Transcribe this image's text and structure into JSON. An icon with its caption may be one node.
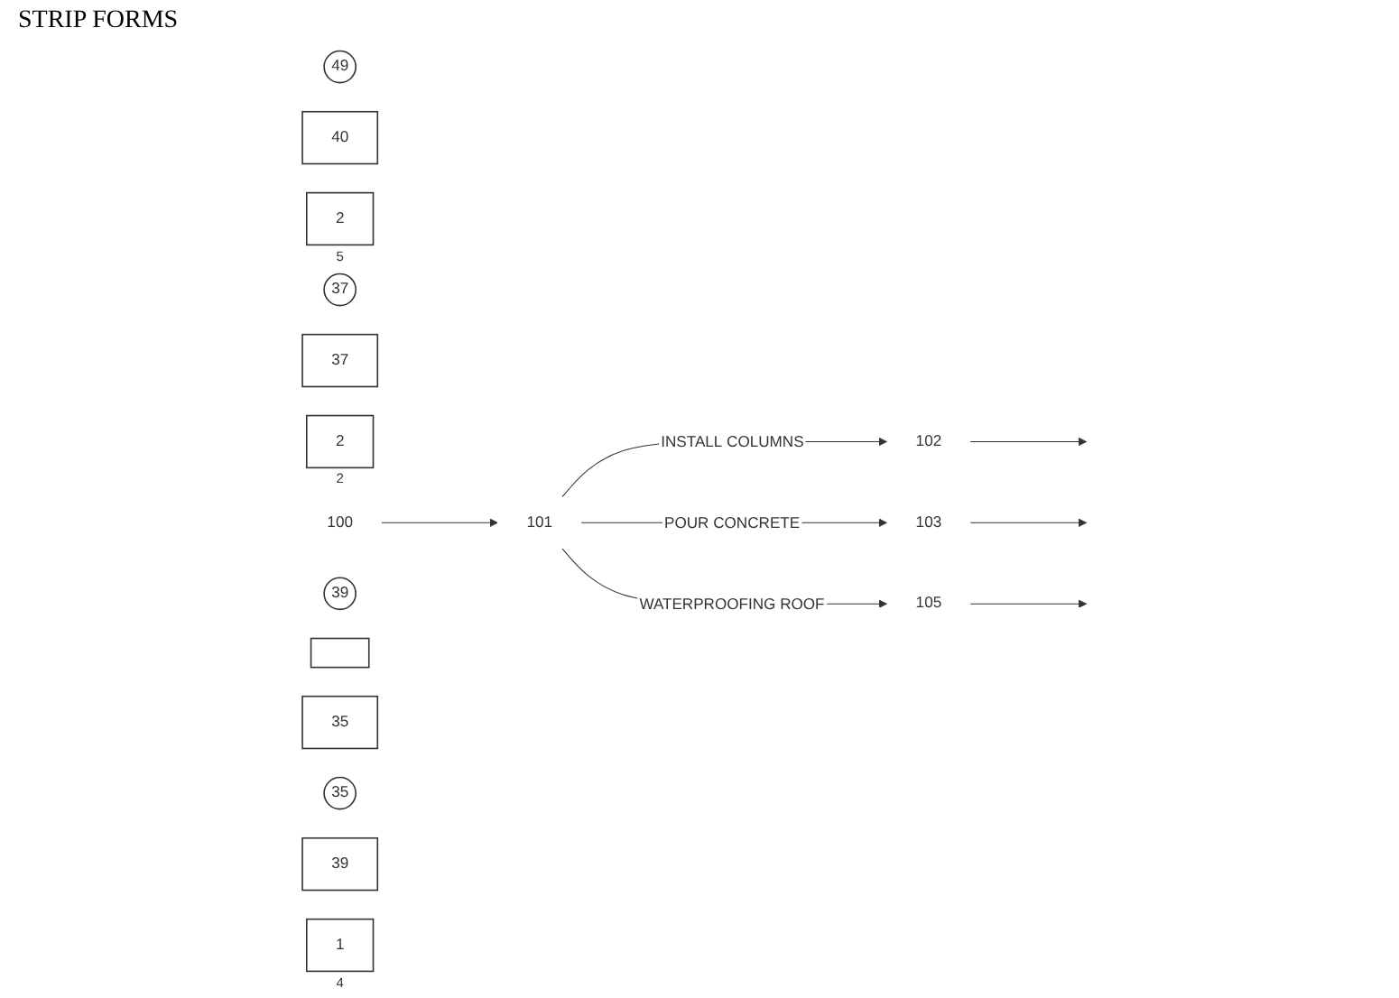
{
  "diagram": {
    "nodes": [
      {
        "text": [
          "49"
        ]
      },
      {
        "text": [
          "40"
        ]
      },
      {
        "text": [
          "102"
        ]
      },
      {
        "text": [
          "2"
        ],
        "beside": [
          "5"
        ]
      },
      {
        "text": [
          "37"
        ]
      },
      {
        "text": [
          "37"
        ]
      },
      {
        "text": [
          "103"
        ]
      },
      {
        "text": [
          "2"
        ],
        "beside": [
          "2"
        ]
      },
      {
        "text": [
          "100"
        ]
      },
      {
        "text": [
          "101"
        ]
      },
      {
        "text": [
          "39"
        ]
      },
      {
        "text": [],
        "shape": "box"
      },
      {
        "text": [
          "35"
        ]
      },
      {
        "text": [
          "35"
        ]
      },
      {
        "text": [
          "39"
        ]
      },
      {
        "text": [
          "105"
        ]
      },
      {
        "text": [
          "1"
        ],
        "beside": [
          "4"
        ]
      }
    ],
    "edges": [
      {
        "from": 8,
        "to": 9,
        "arrow": "to"
      },
      {
        "from": 9,
        "to": 2,
        "arrow": "to",
        "label": "INSTALL COLUMNS"
      },
      {
        "from": 9,
        "to": 6,
        "arrow": "to",
        "label": "POUR CONCRETE"
      },
      {
        "from": 9,
        "to": 15,
        "arrow": "to",
        "label": "WATERPROOFING ROOF"
      },
      {
        "from": 2,
        "to": null,
        "arrow": "to"
      },
      {
        "from": 6,
        "to": null,
        "arrow": "to"
      },
      {
        "from": 15,
        "to": null,
        "arrow": "to"
      }
    ],
    "labels": [
      "STRIP FORMS"
    ]
  }
}
